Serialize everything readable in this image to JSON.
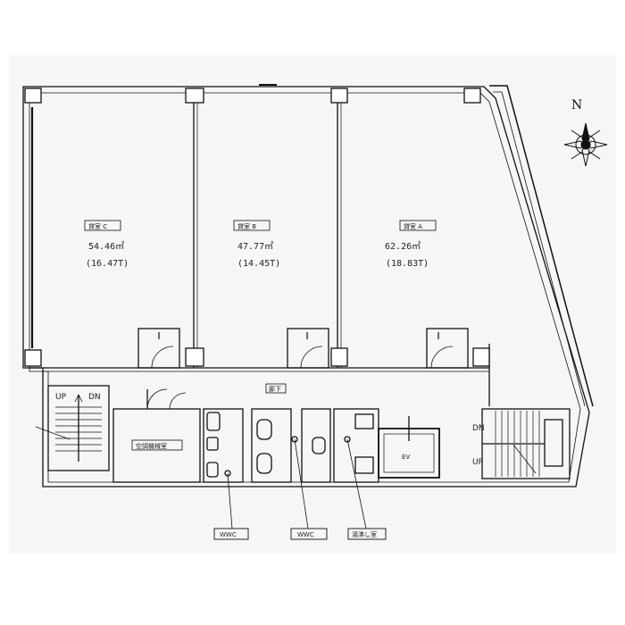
{
  "north_label": "N",
  "rooms": [
    {
      "name": "貸室 C",
      "area_m2": "54.46㎡",
      "area_tsubo": "(16.47T)"
    },
    {
      "name": "貸室 B",
      "area_m2": "47.77㎡",
      "area_tsubo": "(14.45T)"
    },
    {
      "name": "貸室 A",
      "area_m2": "62.26㎡",
      "area_tsubo": "(18.83T)"
    }
  ],
  "corridor_label": "廊下",
  "storage_label": "空調機械室",
  "elevator_label": "EV",
  "stair_left": {
    "up": "UP",
    "down": "DN"
  },
  "stair_right": {
    "up": "UP",
    "down": "DN"
  },
  "callouts": {
    "wc1": "WWC",
    "wc2": "WWC",
    "kitchen": "湯沸し室"
  }
}
